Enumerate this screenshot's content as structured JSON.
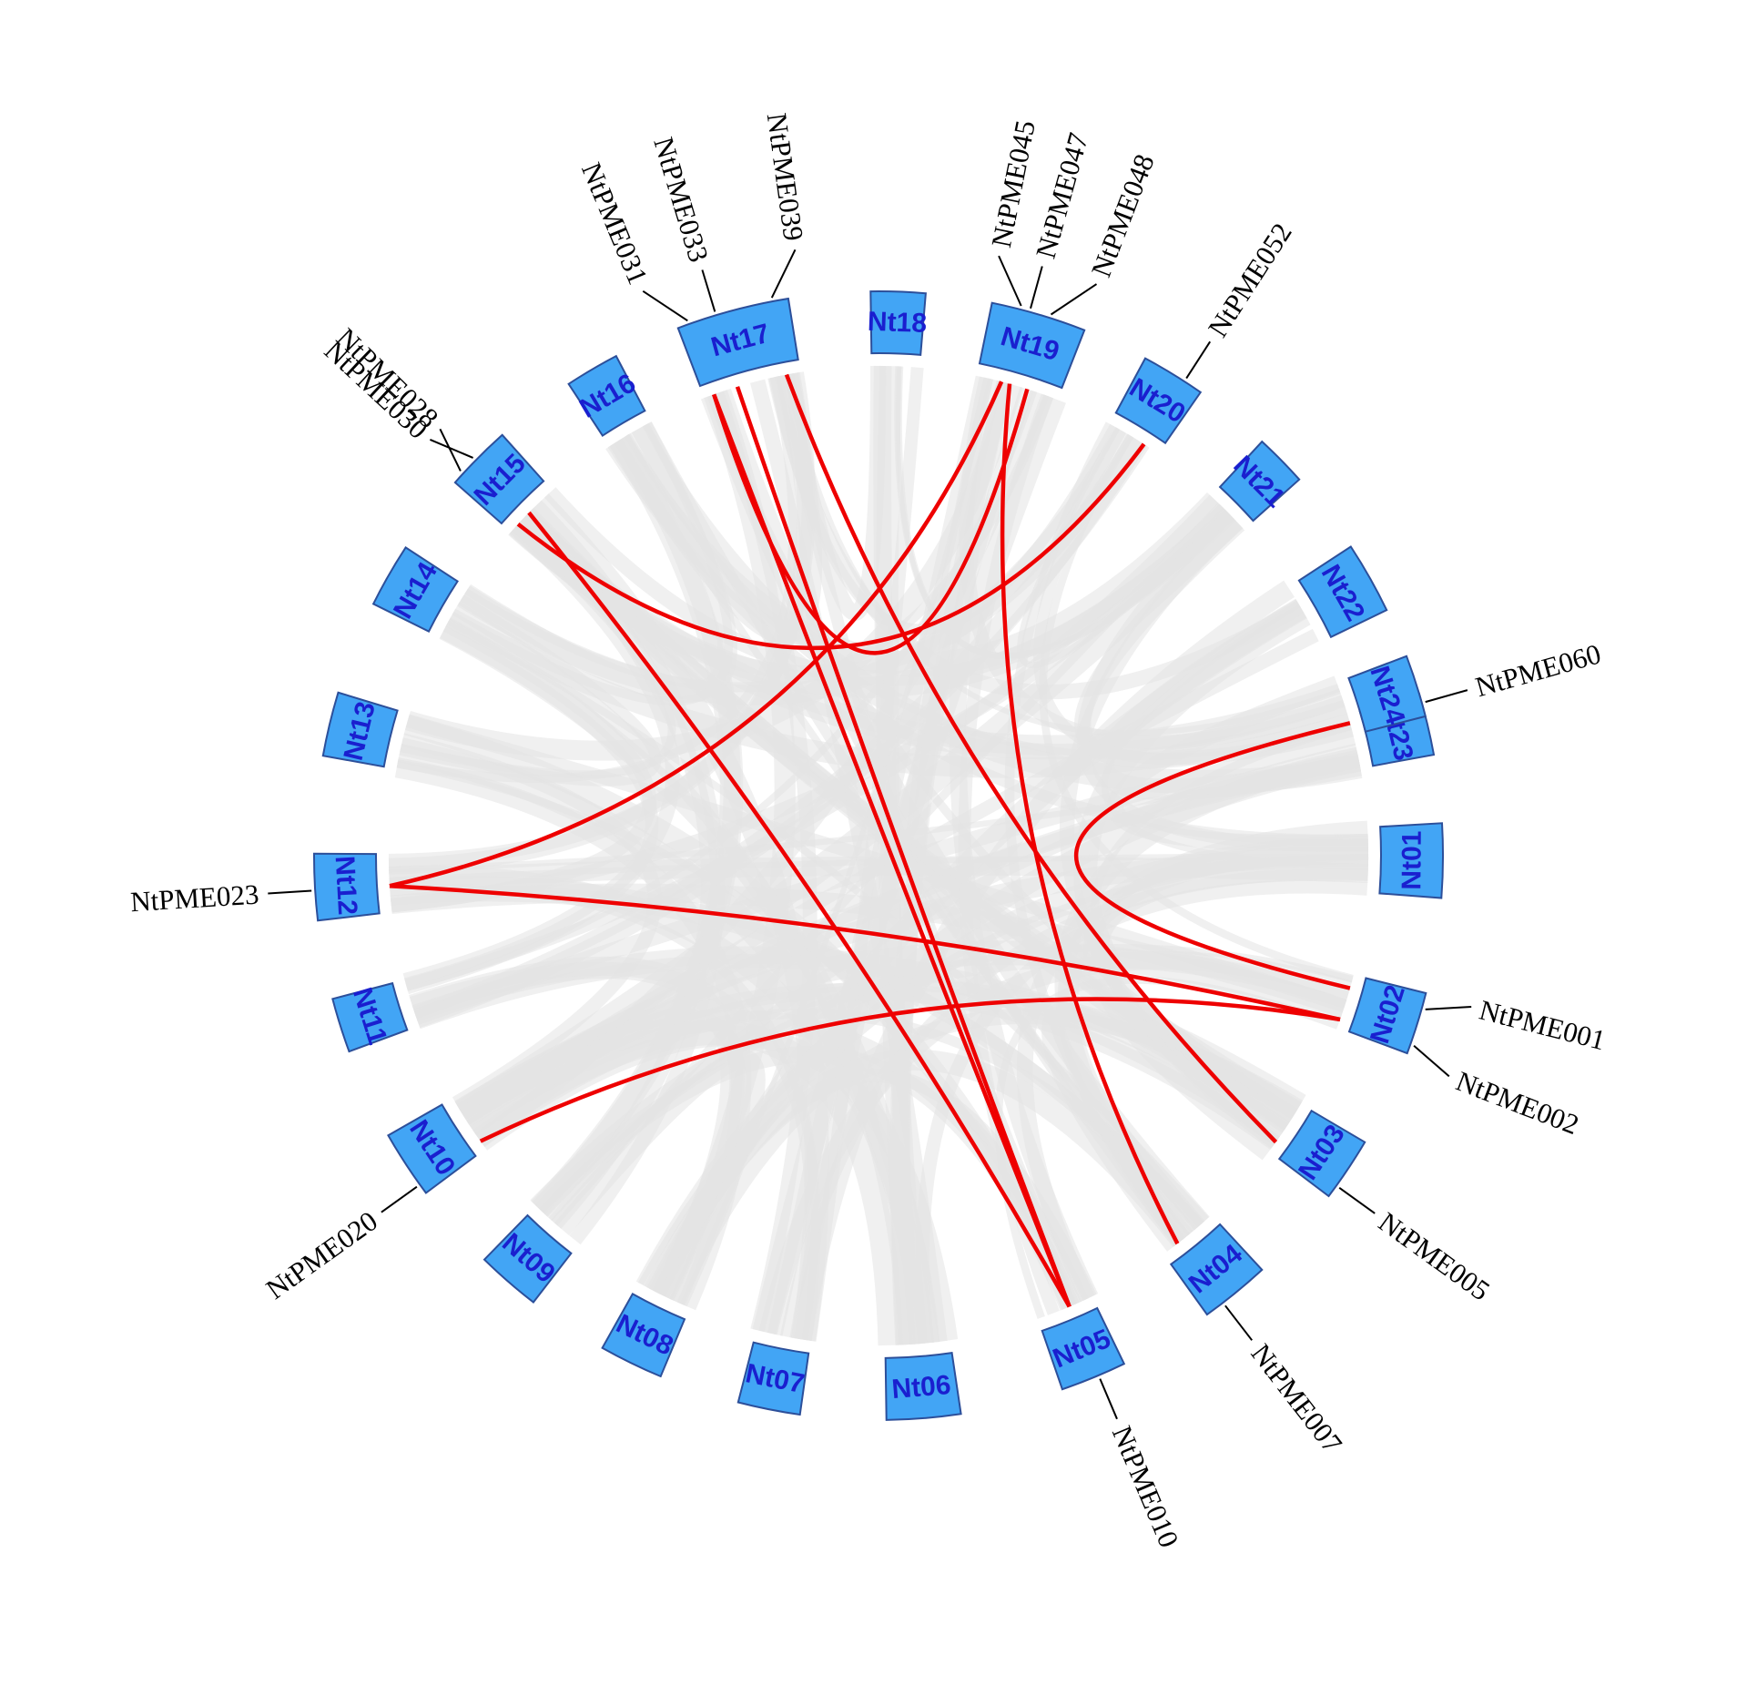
{
  "chromosomes": [
    {
      "id": "Nt01",
      "label": "Nt01"
    },
    {
      "id": "Nt02",
      "label": "Nt02"
    },
    {
      "id": "Nt03",
      "label": "Nt03"
    },
    {
      "id": "Nt04",
      "label": "Nt04"
    },
    {
      "id": "Nt05",
      "label": "Nt05"
    },
    {
      "id": "Nt06",
      "label": "Nt06"
    },
    {
      "id": "Nt07",
      "label": "Nt07"
    },
    {
      "id": "Nt08",
      "label": "Nt08"
    },
    {
      "id": "Nt09",
      "label": "Nt09"
    },
    {
      "id": "Nt10",
      "label": "Nt10"
    },
    {
      "id": "Nt11",
      "label": "Nt11"
    },
    {
      "id": "Nt12",
      "label": "Nt12"
    },
    {
      "id": "Nt13",
      "label": "Nt13"
    },
    {
      "id": "Nt14",
      "label": "Nt14"
    },
    {
      "id": "Nt15",
      "label": "Nt15"
    },
    {
      "id": "Nt16",
      "label": "Nt16"
    },
    {
      "id": "Nt17",
      "label": "Nt17"
    },
    {
      "id": "Nt18",
      "label": "Nt18"
    },
    {
      "id": "Nt19",
      "label": "Nt19"
    },
    {
      "id": "Nt20",
      "label": "Nt20"
    },
    {
      "id": "Nt21",
      "label": "Nt21"
    },
    {
      "id": "Nt22",
      "label": "Nt22"
    },
    {
      "id": "Nt23",
      "label": "Nt23"
    },
    {
      "id": "Nt24",
      "label": "Nt24"
    }
  ],
  "genes": [
    {
      "name": "NtPME001",
      "chromosome": "Nt02"
    },
    {
      "name": "NtPME002",
      "chromosome": "Nt02"
    },
    {
      "name": "NtPME005",
      "chromosome": "Nt03"
    },
    {
      "name": "NtPME007",
      "chromosome": "Nt04"
    },
    {
      "name": "NtPME010",
      "chromosome": "Nt05"
    },
    {
      "name": "NtPME020",
      "chromosome": "Nt10"
    },
    {
      "name": "NtPME023",
      "chromosome": "Nt12"
    },
    {
      "name": "NtPME028",
      "chromosome": "Nt15"
    },
    {
      "name": "NtPME030",
      "chromosome": "Nt15"
    },
    {
      "name": "NtPME031",
      "chromosome": "Nt17"
    },
    {
      "name": "NtPME033",
      "chromosome": "Nt17"
    },
    {
      "name": "NtPME039",
      "chromosome": "Nt17"
    },
    {
      "name": "NtPME045",
      "chromosome": "Nt19"
    },
    {
      "name": "NtPME047",
      "chromosome": "Nt19"
    },
    {
      "name": "NtPME048",
      "chromosome": "Nt19"
    },
    {
      "name": "NtPME052",
      "chromosome": "Nt20"
    },
    {
      "name": "NtPME060",
      "chromosome": "Nt24"
    }
  ],
  "duplicated_pairs": [
    [
      "NtPME001",
      "NtPME060"
    ],
    [
      "NtPME002",
      "NtPME023"
    ],
    [
      "NtPME005",
      "NtPME039"
    ],
    [
      "NtPME007",
      "NtPME047"
    ],
    [
      "NtPME010",
      "NtPME031"
    ],
    [
      "NtPME010",
      "NtPME033"
    ],
    [
      "NtPME020",
      "NtPME002"
    ],
    [
      "NtPME023",
      "NtPME045"
    ],
    [
      "NtPME028",
      "NtPME052"
    ],
    [
      "NtPME030",
      "NtPME010"
    ],
    [
      "NtPME031",
      "NtPME048"
    ]
  ],
  "colors": {
    "chromosome_fill": "#42a5f5",
    "chromosome_stroke": "#2c4f9a",
    "chromosome_text": "#1a1fcf",
    "highlight_link": "#ee0000",
    "background_link": "#e3e3e3",
    "leader_line": "#000000"
  }
}
